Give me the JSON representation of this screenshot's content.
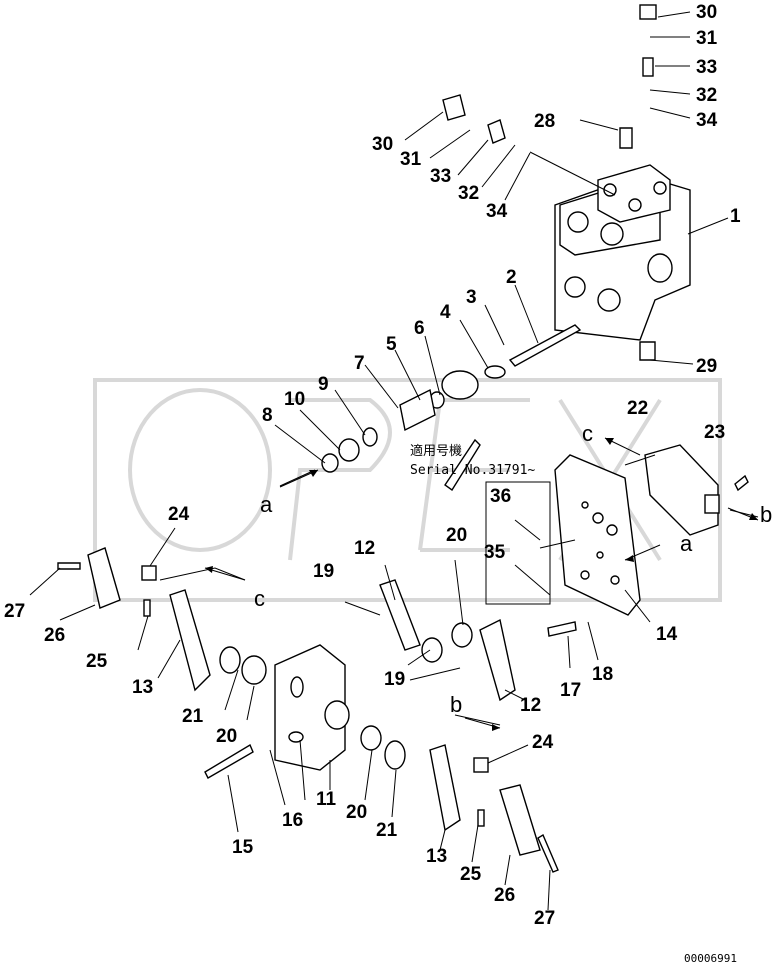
{
  "watermark": "OPEX",
  "serial_note": {
    "line1": "適用号機",
    "line2": "Serial No.31791~"
  },
  "doc_number": "00006991",
  "callouts": {
    "c1": "1",
    "c2": "2",
    "c3": "3",
    "c4": "4",
    "c5": "5",
    "c6": "6",
    "c7": "7",
    "c8": "8",
    "c9": "9",
    "c10": "10",
    "c11": "11",
    "c12a": "12",
    "c12b": "12",
    "c13a": "13",
    "c13b": "13",
    "c14": "14",
    "c15": "15",
    "c16": "16",
    "c17": "17",
    "c18": "18",
    "c19a": "19",
    "c19b": "19",
    "c20a": "20",
    "c20b": "20",
    "c20c": "20",
    "c21a": "21",
    "c21b": "21",
    "c22": "22",
    "c23": "23",
    "c24a": "24",
    "c24b": "24",
    "c25a": "25",
    "c25b": "25",
    "c26a": "26",
    "c26b": "26",
    "c27a": "27",
    "c27b": "27",
    "c28": "28",
    "c29": "29",
    "c30a": "30",
    "c30b": "30",
    "c31a": "31",
    "c31b": "31",
    "c32a": "32",
    "c32b": "32",
    "c33a": "33",
    "c33b": "33",
    "c34a": "34",
    "c34b": "34",
    "c35": "35",
    "c36": "36"
  },
  "arrow_labels": {
    "a1": "a",
    "a2": "a",
    "b1": "b",
    "b2": "b",
    "c1": "c",
    "c2": "c"
  }
}
